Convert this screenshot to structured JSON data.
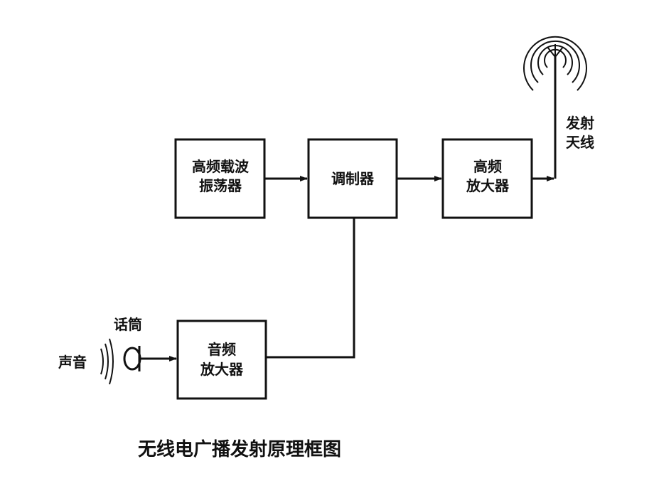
{
  "blocks": {
    "hf_oscillator": {
      "line1": "高频载波",
      "line2": "振荡器"
    },
    "modulator": {
      "line1": "调制器"
    },
    "hf_amplifier": {
      "line1": "高频",
      "line2": "放大器"
    },
    "af_amplifier": {
      "line1": "音频",
      "line2": "放大器"
    }
  },
  "labels": {
    "antenna_line1": "发射",
    "antenna_line2": "天线",
    "microphone": "话筒",
    "sound": "声音"
  },
  "caption": "无线电广播发射原理框图"
}
